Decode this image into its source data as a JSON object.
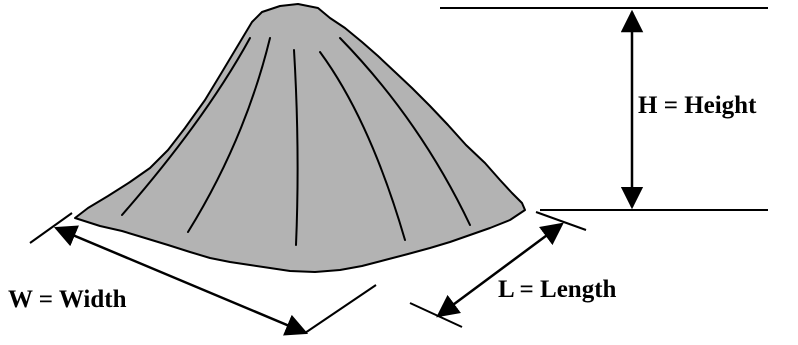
{
  "labels": {
    "height": "H = Height",
    "width": "W = Width",
    "length": "L = Length"
  },
  "colors": {
    "pile_fill": "#b3b3b3",
    "stroke": "#000000",
    "background": "#ffffff"
  }
}
